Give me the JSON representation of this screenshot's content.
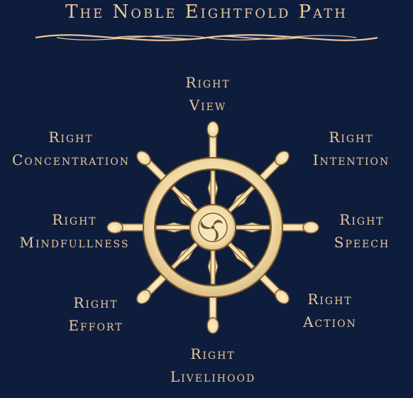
{
  "title": "The Noble Eightfold Path",
  "colors": {
    "background": "#0f1d3d",
    "gold": "#e9c79a",
    "wheel_fill": "#f1d9a6",
    "wheel_stroke": "#7a5a2c"
  },
  "paths": [
    {
      "line1": "Right",
      "line2": "View"
    },
    {
      "line1": "Right",
      "line2": "Intention"
    },
    {
      "line1": "Right",
      "line2": "Speech"
    },
    {
      "line1": "Right",
      "line2": "Action"
    },
    {
      "line1": "Right",
      "line2": "Livelihood"
    },
    {
      "line1": "Right",
      "line2": "Effort"
    },
    {
      "line1": "Right",
      "line2": "Mindfullness"
    },
    {
      "line1": "Right",
      "line2": "Concentration"
    }
  ]
}
